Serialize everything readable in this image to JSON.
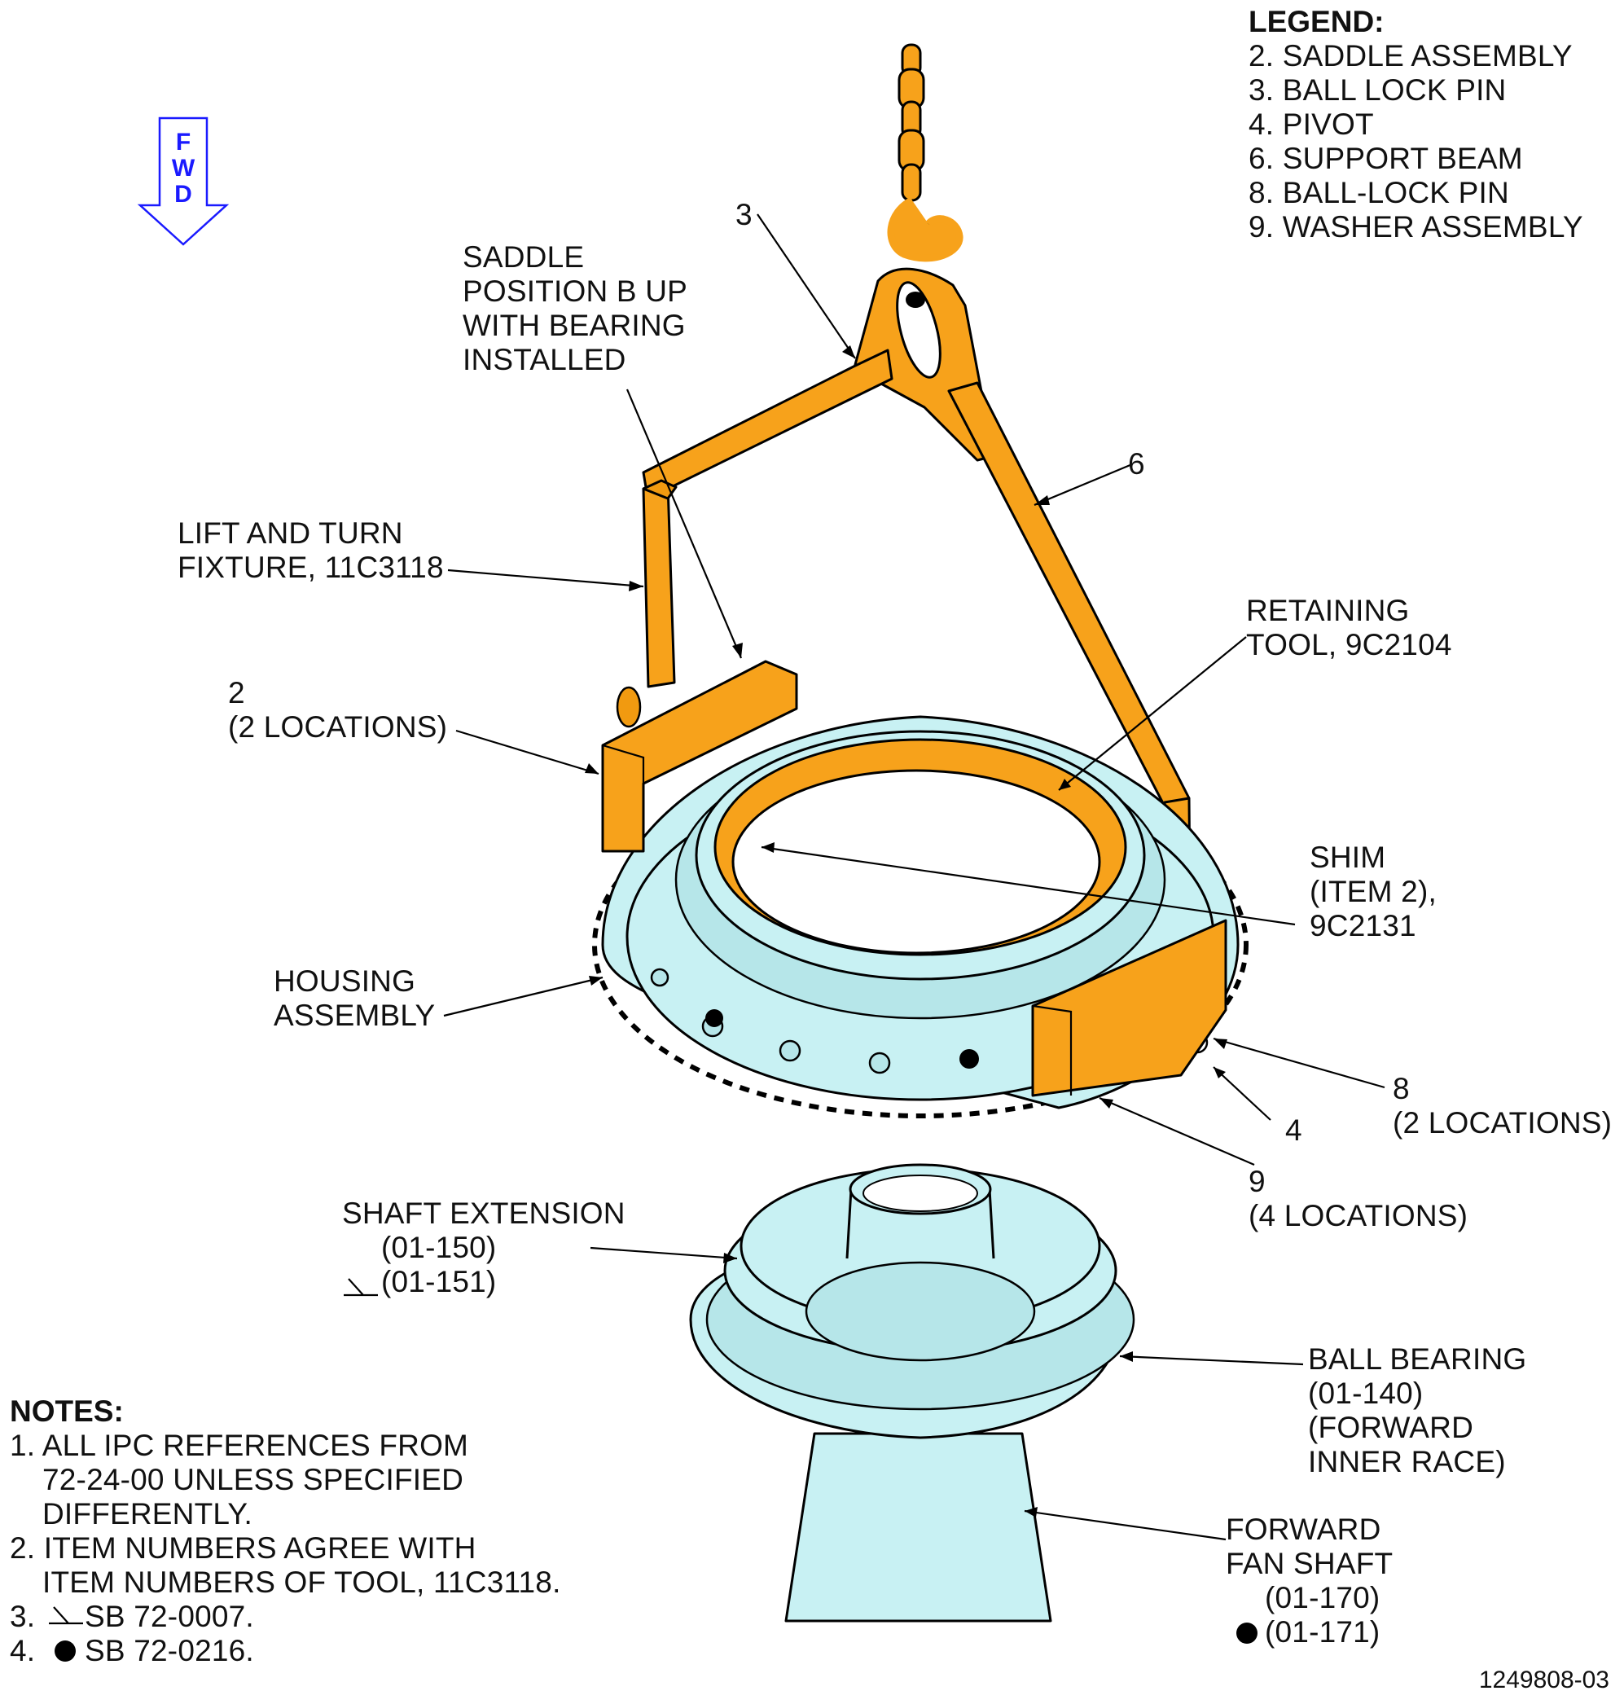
{
  "fwd_arrow": {
    "letters": [
      "F",
      "W",
      "D"
    ],
    "color": "#1a1aff"
  },
  "legend": {
    "title": "LEGEND:",
    "items": [
      "2. SADDLE ASSEMBLY",
      "3. BALL LOCK PIN",
      "4. PIVOT",
      "6. SUPPORT BEAM",
      "8. BALL-LOCK PIN",
      "9. WASHER ASSEMBLY"
    ]
  },
  "callouts": {
    "c3": "3",
    "saddle_position": [
      "SADDLE",
      "POSITION B UP",
      "WITH BEARING",
      "INSTALLED"
    ],
    "c6": "6",
    "lift_turn": [
      "LIFT AND TURN",
      "FIXTURE, 11C3118"
    ],
    "retaining_tool": [
      "RETAINING",
      "TOOL, 9C2104"
    ],
    "c2": [
      "2",
      "(2 LOCATIONS)"
    ],
    "shim": [
      "SHIM",
      "(ITEM 2),",
      "9C2131"
    ],
    "housing": [
      "HOUSING",
      "ASSEMBLY"
    ],
    "c8": [
      "8",
      "(2 LOCATIONS)"
    ],
    "c4": "4",
    "c9": [
      "9",
      "(4 LOCATIONS)"
    ],
    "shaft_extension": [
      "SHAFT EXTENSION",
      "(01-150)",
      "(01-151)"
    ],
    "ball_bearing": [
      "BALL BEARING",
      "(01-140)",
      "(FORWARD",
      "INNER RACE)"
    ],
    "fan_shaft": [
      "FORWARD",
      "FAN SHAFT",
      "(01-170)",
      "(01-171)"
    ]
  },
  "notes": {
    "title": "NOTES:",
    "lines": [
      "1. ALL IPC REFERENCES FROM",
      "72-24-00 UNLESS SPECIFIED",
      "DIFFERENTLY.",
      "2. ITEM NUMBERS AGREE WITH",
      "ITEM NUMBERS OF TOOL, 11C3118.",
      "3.",
      "SB 72-0007.",
      "4.",
      "SB 72-0216."
    ]
  },
  "figure_ref": "1249808-03",
  "colors": {
    "tooling_orange": "#f7a21b",
    "part_cyan": "#c8f1f3",
    "fwd_blue": "#1a1aff"
  }
}
